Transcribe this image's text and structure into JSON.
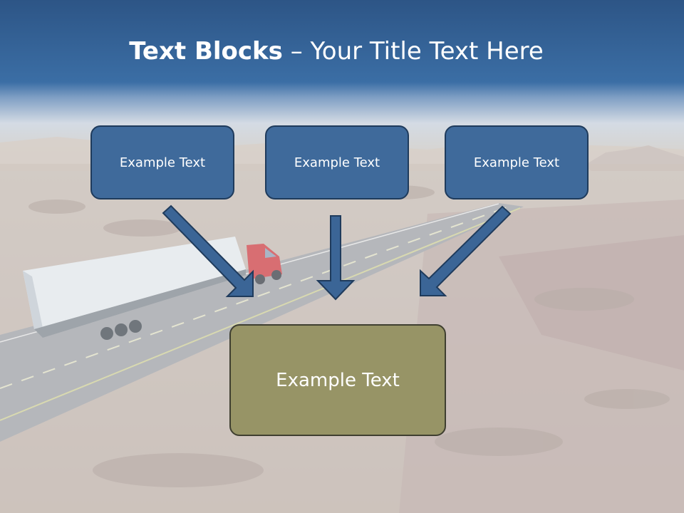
{
  "title": {
    "strong": "Text Blocks",
    "dash": " – ",
    "rest": "Your Title Text Here"
  },
  "blocks": [
    {
      "label": "Example Text"
    },
    {
      "label": "Example Text"
    },
    {
      "label": "Example Text"
    }
  ],
  "target_block": {
    "label": "Example Text"
  },
  "colors": {
    "header_blue": "#3b6ea5",
    "small_box_fill": "#3f6a9b",
    "large_box_fill": "#979466",
    "arrow_fill": "#3b6596"
  },
  "background_image": "aerial-highway-desert-with-semi-truck"
}
